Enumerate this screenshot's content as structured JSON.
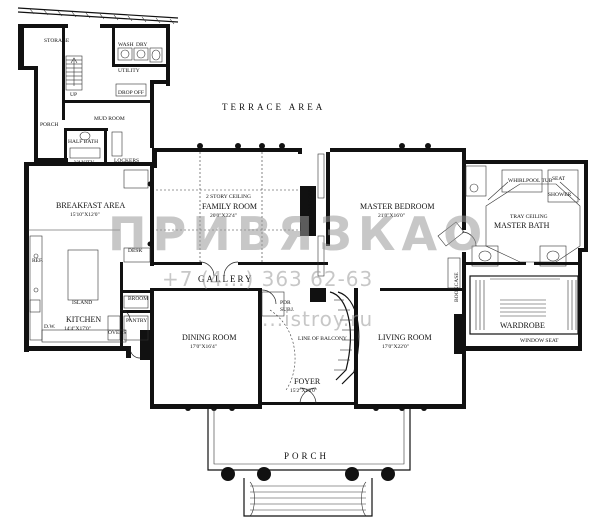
{
  "areas": {
    "terrace": "TERRACE AREA",
    "porch_front": "PORCH",
    "gallery": "GALLERY"
  },
  "rooms": {
    "storage": {
      "name": "STORAGE"
    },
    "wash": {
      "name": "WASH"
    },
    "dry": {
      "name": "DRY"
    },
    "utility": {
      "name": "UTILITY"
    },
    "drop_off": {
      "name": "DROP OFF"
    },
    "mud_room": {
      "name": "MUD ROOM"
    },
    "porch_side": {
      "name": "PORCH"
    },
    "half_bath": {
      "name": "HALF BATH"
    },
    "vanity": {
      "name": "VANITY"
    },
    "lockers": {
      "name": "LOCKERS"
    },
    "up": {
      "name": "UP"
    },
    "breakfast": {
      "name": "BREAKFAST AREA",
      "dims": "15'10\"X12'0\""
    },
    "family": {
      "name": "FAMILY ROOM",
      "note": "2 STORY CEILING",
      "dims": "20'0\"X22'4\""
    },
    "master_bedroom": {
      "name": "MASTER BEDROOM",
      "dims": "21'0\"X16'0\""
    },
    "master_bath": {
      "name": "MASTER BATH",
      "note": "TRAY CEILING"
    },
    "whirlpool": {
      "name": "WHIRLPOOL TUB"
    },
    "shower": {
      "name": "SHOWER"
    },
    "seat": {
      "name": "SEAT"
    },
    "wardrobe": {
      "name": "WARDROBE"
    },
    "window_seat": {
      "name": "WINDOW SEAT"
    },
    "kitchen": {
      "name": "KITCHEN",
      "dims": "14'4\"X17'0\""
    },
    "island": {
      "name": "ISLAND"
    },
    "broom": {
      "name": "BROOM"
    },
    "pantry": {
      "name": "PANTRY"
    },
    "ref": {
      "name": "REF."
    },
    "ovens": {
      "name": "OVENS"
    },
    "dw": {
      "name": "D.W."
    },
    "desk": {
      "name": "DESK"
    },
    "dining": {
      "name": "DINING ROOM",
      "dims": "17'0\"X16'4\""
    },
    "pdr": {
      "name": "PDR",
      "sub": "SUBJ."
    },
    "foyer": {
      "name": "FOYER",
      "dims": "15'2\"X13'0\""
    },
    "line_of_balcony": {
      "name": "LINE OF BALCONY"
    },
    "line_of_balcony_2": {
      "name": "LINE OF BALCONY"
    },
    "living": {
      "name": "LIVING ROOM",
      "dims": "17'0\"X22'0\""
    },
    "bookcase": {
      "name": "BOOKCASE"
    }
  },
  "watermark": {
    "logo": "ПРИВЯЗКАО",
    "phone": "+7 (4...) 363 62-63",
    "site": "...istroy.ru"
  }
}
